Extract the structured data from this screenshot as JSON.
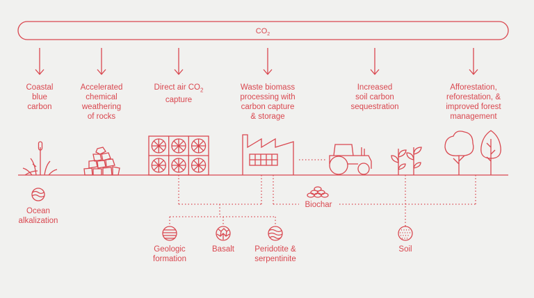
{
  "banner": {
    "label": "CO",
    "subscript": "2"
  },
  "pathways": [
    {
      "id": "coastal",
      "label": "Coastal\nblue\ncarbon"
    },
    {
      "id": "rocks",
      "label": "Accelerated\nchemical\nweathering\nof rocks"
    },
    {
      "id": "dac",
      "label_prefix": "Direct air CO",
      "label_sub": "2",
      "label_suffix": "\ncapture"
    },
    {
      "id": "biomass",
      "label": "Waste biomass\nprocessing with\ncarbon capture\n& storage"
    },
    {
      "id": "soil",
      "label": "Increased\nsoil carbon\nsequestration"
    },
    {
      "id": "forest",
      "label": "Afforestation,\nreforestation, &\nimproved forest\nmanagement"
    }
  ],
  "storage": {
    "ocean": "Ocean\nalkalization",
    "biochar": "Biochar",
    "geologic": "Geologic\nformation",
    "basalt": "Basalt",
    "peridotite": "Peridotite &\nserpentinite",
    "soil": "Soil"
  },
  "colors": {
    "accent": "#d9474f",
    "background": "#f1f1ef"
  },
  "icons": [
    "reeds-icon",
    "rock-pile-icon",
    "fan-array-icon",
    "factory-icon",
    "tractor-icon",
    "seedling-icon",
    "tree-icon",
    "ocean-sphere-icon",
    "biochar-pile-icon",
    "geologic-sphere-icon",
    "basalt-sphere-icon",
    "peridotite-sphere-icon",
    "soil-sphere-icon"
  ]
}
